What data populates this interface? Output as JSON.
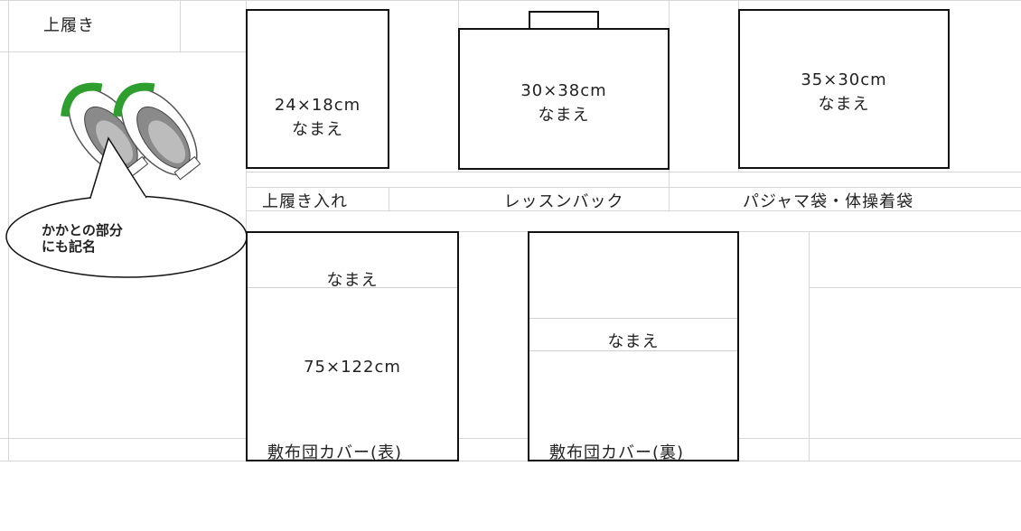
{
  "shoes": {
    "title": "上履き",
    "callout": [
      "かかとの部分",
      "にも記名"
    ]
  },
  "bags": [
    {
      "size": "24×18cm",
      "name": "なまえ",
      "label": "上履き入れ"
    },
    {
      "size": "30×38cm",
      "name": "なまえ",
      "label": "レッスンバック"
    },
    {
      "size": "35×30cm",
      "name": "なまえ",
      "label": "パジャマ袋・体操着袋"
    }
  ],
  "futon": {
    "front": {
      "name": "なまえ",
      "size": "75×122cm",
      "label": "敷布団カバー(表)"
    },
    "back": {
      "name": "なまえ",
      "label": "敷布団カバー(裏)"
    }
  },
  "colors": {
    "shoe_accent": "#2e9e2e",
    "grid": "#d6d6d6",
    "outline": "#111111"
  }
}
